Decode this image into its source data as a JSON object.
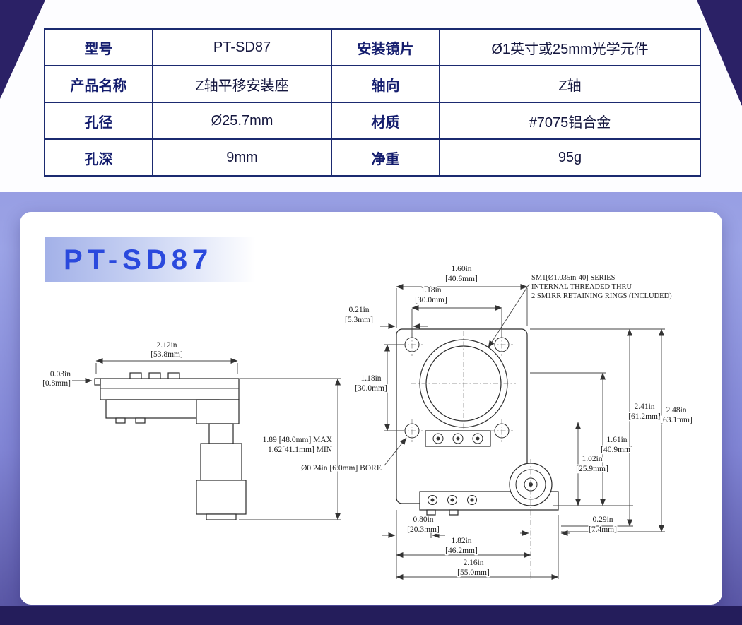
{
  "theme": {
    "table_border": "#1b2a70",
    "label_color": "#141d6e",
    "title_blue": "#2a49dd",
    "corner_purple": "#2b2166",
    "bottom_bar": "#241d5b",
    "background_purple": "#9ba3e6"
  },
  "spec_table": {
    "rows": [
      [
        "型号",
        "PT-SD87",
        "安装镜片",
        "Ø1英寸或25mm光学元件"
      ],
      [
        "产品名称",
        "Z轴平移安装座",
        "轴向",
        "Z轴"
      ],
      [
        "孔径",
        "Ø25.7mm",
        "材质",
        "#7075铝合金"
      ],
      [
        "孔深",
        "9mm",
        "净重",
        "95g"
      ]
    ]
  },
  "product": {
    "model_title": "PT-SD87"
  },
  "drawing": {
    "side_view": {
      "width_dim": [
        "2.12in",
        "[53.8mm]"
      ],
      "lip_dim": [
        "0.03in",
        "[0.8mm]"
      ],
      "height_dim": [
        "1.89 [48.0mm] MAX",
        "1.62[41.1mm] MIN"
      ]
    },
    "front_view": {
      "width_outer": [
        "1.60in",
        "[40.6mm]"
      ],
      "width_holes": [
        "1.18in",
        "[30.0mm]"
      ],
      "edge_offset": [
        "0.21in",
        "[5.3mm]"
      ],
      "sm1_note": [
        "SM1[Ø1.035in-40] SERIES",
        "INTERNAL THREADED THRU",
        "2 SM1RR RETAINING RINGS (INCLUDED)"
      ],
      "holes_vert": [
        "1.18in",
        "[30.0mm]"
      ],
      "height_241": [
        "2.41in",
        "[61.2mm]"
      ],
      "height_248": [
        "2.48in",
        "[63.1mm]"
      ],
      "height_161": [
        "1.61in",
        "[40.9mm]"
      ],
      "height_102": [
        "1.02in",
        "[25.9mm]"
      ],
      "bore_note": "Ø0.24in [6.0mm] BORE",
      "bottom_080": [
        "0.80in",
        "[20.3mm]"
      ],
      "bottom_182": [
        "1.82in",
        "[46.2mm]"
      ],
      "bottom_216": [
        "2.16in",
        "[55.0mm]"
      ],
      "offset_029": [
        "0.29in",
        "[7.4mm]"
      ]
    }
  }
}
